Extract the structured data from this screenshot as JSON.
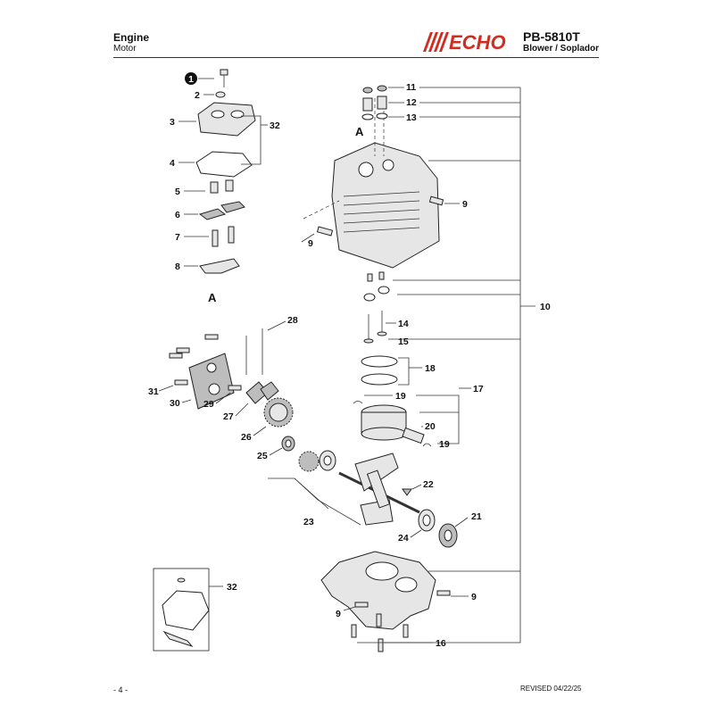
{
  "header": {
    "title": "Engine",
    "subtitle": "Motor"
  },
  "brand": {
    "logo_text": "ECHO",
    "color": "#d22b1f"
  },
  "model": {
    "code": "PB-5810T",
    "description": "Blower / Soplador"
  },
  "footer": {
    "page": "- 4 -",
    "revised": "REVISED 04/22/25"
  },
  "diagram": {
    "callouts": {
      "c1": "1",
      "c2": "2",
      "c3": "3",
      "c4": "4",
      "c5": "5",
      "c6": "6",
      "c7": "7",
      "c8": "8",
      "c9a": "9",
      "c9b": "9",
      "c9c": "9",
      "c9d": "9",
      "c10": "10",
      "c11": "11",
      "c12": "12",
      "c13": "13",
      "c14": "14",
      "c15": "15",
      "c16": "16",
      "c17": "17",
      "c18": "18",
      "c19a": "19",
      "c19b": "19",
      "c20": "20",
      "c21": "21",
      "c22": "22",
      "c23": "23",
      "c24": "24",
      "c25": "25",
      "c26": "26",
      "c27": "27",
      "c28": "28",
      "c29": "29",
      "c30": "30",
      "c31": "31",
      "c32a": "32",
      "c32b": "32",
      "refA1": "A",
      "refA2": "A"
    }
  }
}
